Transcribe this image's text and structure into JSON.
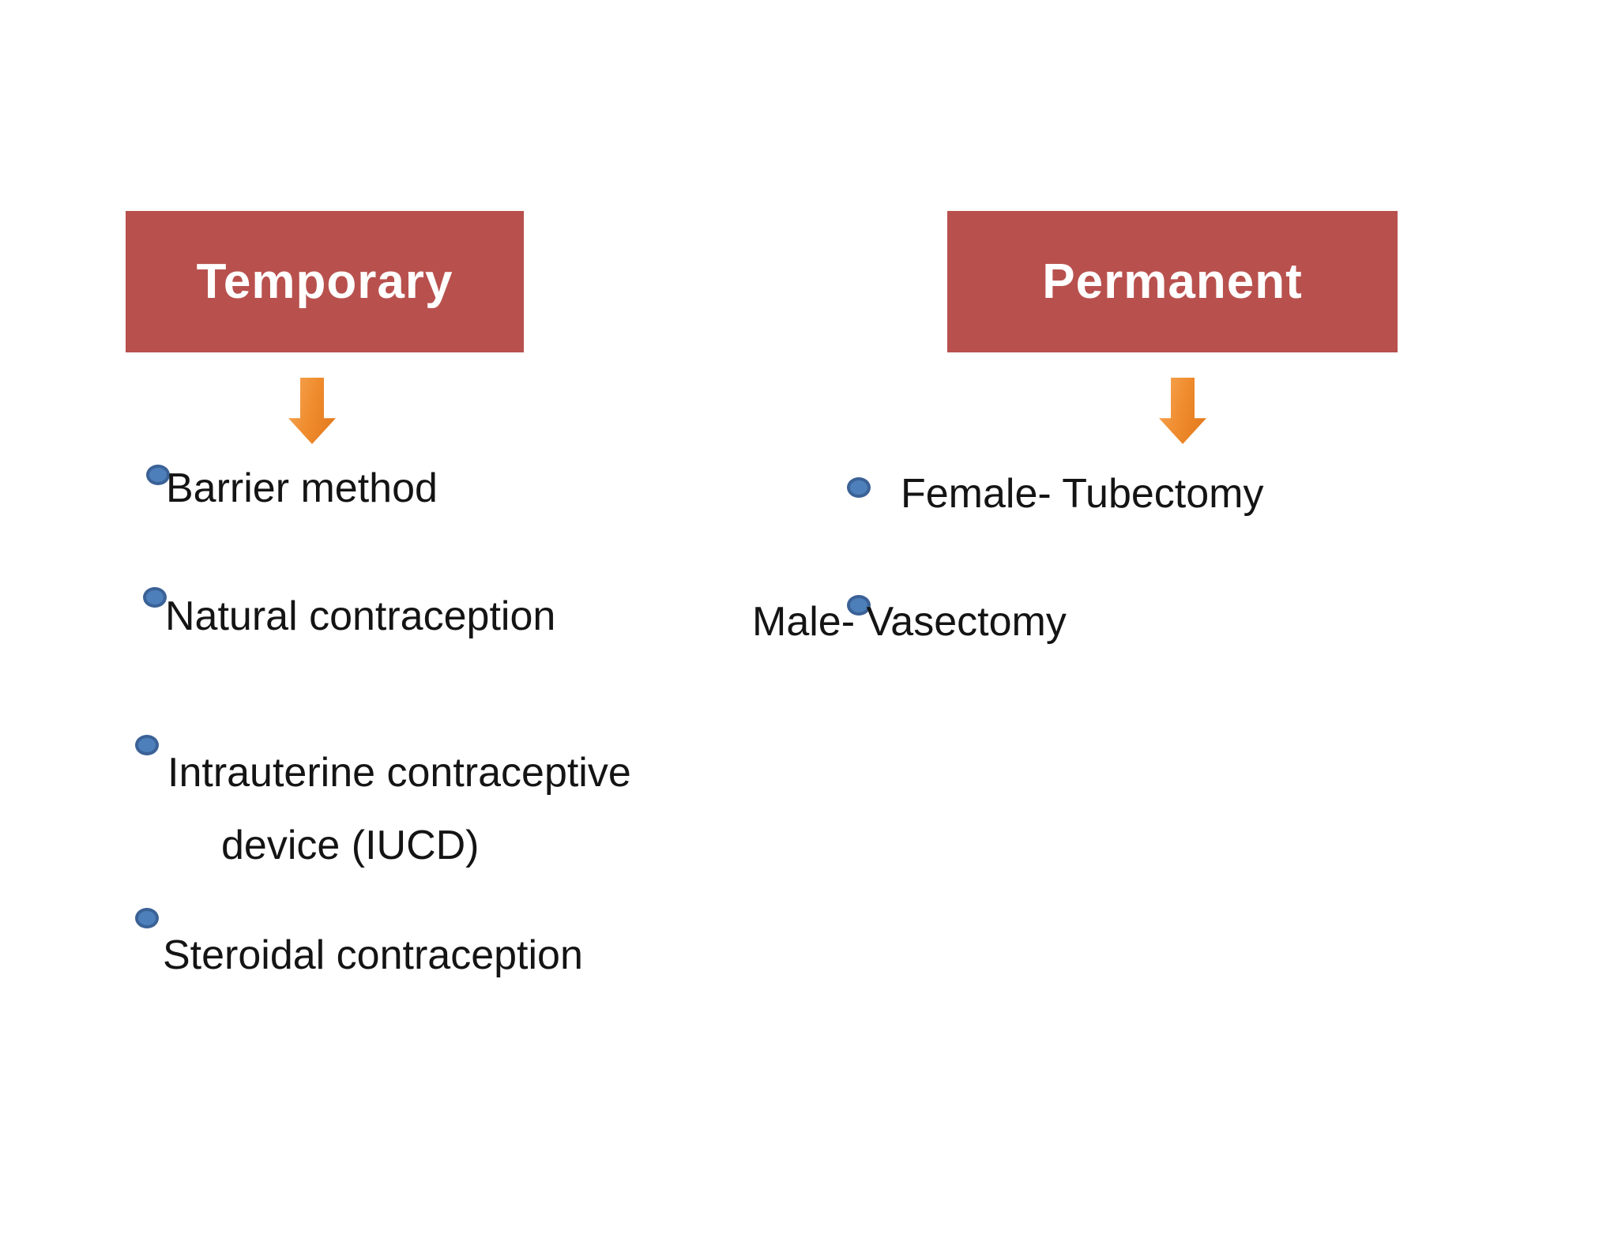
{
  "slide": {
    "columns": {
      "temporary": {
        "header": "Temporary",
        "items": {
          "barrier": "Barrier method",
          "natural": "Natural contraception",
          "iucd_line1": "Intrauterine contraceptive",
          "iucd_line2": "device (IUCD)",
          "steroidal": "Steroidal contraception"
        }
      },
      "permanent": {
        "header": "Permanent",
        "items": {
          "female": "Female- Tubectomy",
          "male": "Male- Vasectomy"
        }
      }
    },
    "icons": {
      "temporary_arrow": "down-arrow-icon",
      "permanent_arrow": "down-arrow-icon",
      "list_marker": "circle-bullet-icon"
    },
    "colors": {
      "slide_background": "#ffffff",
      "header_background": "#b8514e",
      "header_text": "#ffffff",
      "arrow_orange_light": "#f7a858",
      "arrow_orange_dark": "#e0761a",
      "bullet_fill": "#4d7fba",
      "bullet_border": "#3b6297",
      "body_text": "#141414"
    }
  }
}
